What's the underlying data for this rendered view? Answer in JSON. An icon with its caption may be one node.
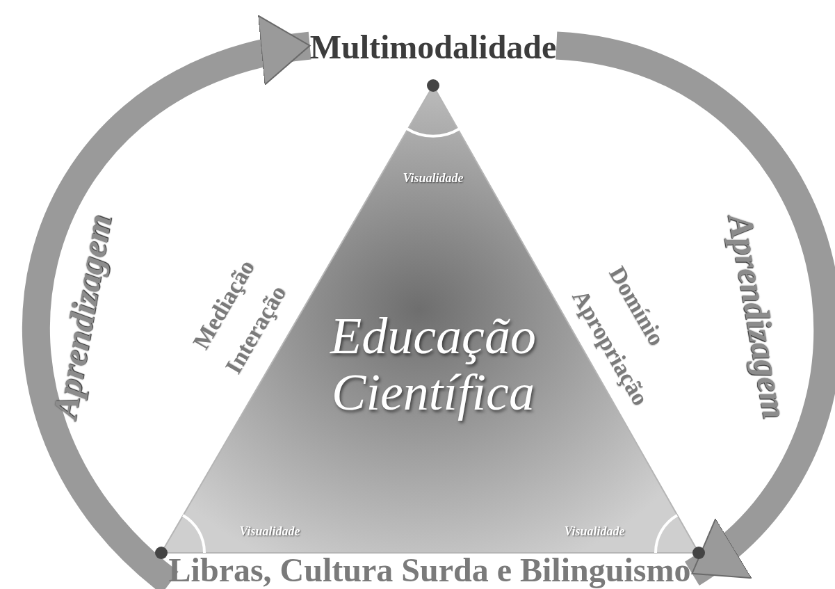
{
  "diagram": {
    "nodes": [
      {
        "text": [
          "Multimodalidade"
        ]
      },
      {
        "text": [
          "Educação Científica"
        ]
      },
      {
        "text": [
          "Libras, Cultura Surda e Bilinguismo"
        ]
      }
    ],
    "edges": [
      {
        "from": 2,
        "to": 0,
        "arrow": "to",
        "label": "Aprendizagem"
      },
      {
        "from": 0,
        "to": 2,
        "arrow": "to",
        "label": "Aprendizagem"
      }
    ],
    "labels": [
      "Visualidade",
      "Mediação",
      "Interação",
      "Domínio",
      "Apropriação",
      "Visualidade",
      "Visualidade"
    ]
  }
}
